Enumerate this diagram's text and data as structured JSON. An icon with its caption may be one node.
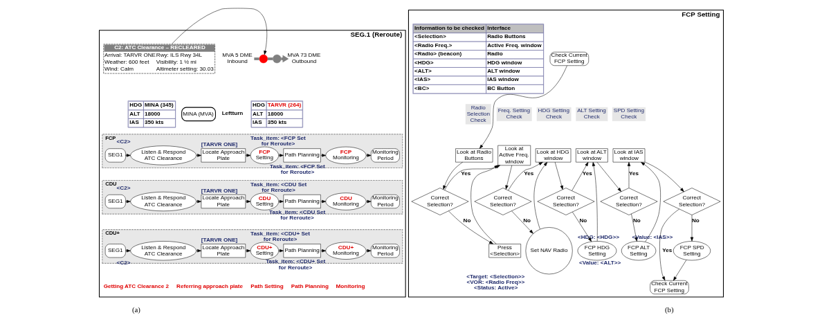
{
  "diagram": {
    "nodes": [
      {
        "text": [
          "SEG.1 (Reroute)"
        ],
        "beside": [
          "(a)"
        ]
      },
      {
        "text": [
          "C2: ATC Clearance – RECLEARED",
          "Arrival: TARVR ONE",
          "Rwy: ILS Rwy 34L",
          "Weather: 600 feet",
          "Visibility: 1 ½ mi",
          "Wind: Calm",
          "Altimeter setting: 30.03"
        ],
        "in": 0
      },
      {
        "text": [
          "MVA 5 DME Inbound"
        ],
        "in": 0
      },
      {
        "text": [],
        "shape": "circle",
        "in": 0
      },
      {
        "text": [],
        "shape": "circle",
        "in": 0
      },
      {
        "text": [
          "MVA 73 DME Outbound"
        ],
        "in": 0
      },
      {
        "text": [
          "MINA (MVA)"
        ],
        "in": 0
      },
      {
        "text": [
          "FCP"
        ],
        "in": 0
      },
      {
        "text": [
          "SEG1"
        ],
        "in": 7
      },
      {
        "text": [
          "Listen & Respond ATC Clearance"
        ],
        "in": 7,
        "beside": [
          "<C2>"
        ]
      },
      {
        "text": [
          "Locate Approach Plate"
        ],
        "in": 7,
        "beside": [
          "[TARVR ONE]"
        ]
      },
      {
        "text": [
          "FCP",
          "Setting"
        ],
        "in": 7,
        "beside": [
          "Task_item: <FCP Set for Reroute>"
        ]
      },
      {
        "text": [
          "Path Planning"
        ],
        "in": 7
      },
      {
        "text": [
          "FCP",
          "Monitoring"
        ],
        "in": 7,
        "beside": [
          "Task_item: <FCP Set for Reroute>"
        ]
      },
      {
        "text": [
          "Monitoring Period"
        ],
        "in": 7
      },
      {
        "text": [
          "CDU"
        ],
        "in": 0
      },
      {
        "text": [
          "SEG1"
        ],
        "in": 15
      },
      {
        "text": [
          "Listen & Respond ATC Clearance"
        ],
        "in": 15,
        "beside": [
          "<C2>"
        ]
      },
      {
        "text": [
          "Locate Approach Plate"
        ],
        "in": 15,
        "beside": [
          "[TARVR ONE]"
        ]
      },
      {
        "text": [
          "CDU",
          "Setting"
        ],
        "in": 15,
        "beside": [
          "Task_item: <CDU Set for Reroute>"
        ]
      },
      {
        "text": [
          "Path Planning"
        ],
        "in": 15
      },
      {
        "text": [
          "CDU",
          "Monitoring"
        ],
        "in": 15,
        "beside": [
          "Task_item: <CDU Set for Reroute>"
        ]
      },
      {
        "text": [
          "Monitoring Period"
        ],
        "in": 15
      },
      {
        "text": [
          "CDU+"
        ],
        "in": 0
      },
      {
        "text": [
          "SEG1"
        ],
        "in": 23
      },
      {
        "text": [
          "Listen & Respond ATC Clearance"
        ],
        "in": 23,
        "beside": [
          "<C2>"
        ]
      },
      {
        "text": [
          "Locate Approach Plate"
        ],
        "in": 23,
        "beside": [
          "[TARVR ONE]"
        ]
      },
      {
        "text": [
          "CDU+",
          "Setting"
        ],
        "in": 23,
        "beside": [
          "Task_item: <CDU+ Set for Reroute>"
        ]
      },
      {
        "text": [
          "Path Planning"
        ],
        "in": 23
      },
      {
        "text": [
          "CDU+",
          "Monitoring"
        ],
        "in": 23,
        "beside": [
          "Task_item: <CDU+ Set for Reroute>"
        ]
      },
      {
        "text": [
          "Monitoring Period"
        ],
        "in": 23
      },
      {
        "text": [
          "FCP Setting"
        ],
        "beside": [
          "(b)"
        ]
      },
      {
        "text": [
          "Check Current FCP Setting"
        ],
        "in": 31
      },
      {
        "text": [
          "Radio Selection Check"
        ],
        "in": 31
      },
      {
        "text": [
          "Freq. Setting Check"
        ],
        "in": 31
      },
      {
        "text": [
          "HDG Setting Check"
        ],
        "in": 31
      },
      {
        "text": [
          "ALT Setting Check"
        ],
        "in": 31
      },
      {
        "text": [
          "SPD Setting Check"
        ],
        "in": 31
      },
      {
        "text": [
          "Look at Radio Buttons"
        ],
        "in": 31
      },
      {
        "text": [
          "Correct Selection?"
        ],
        "in": 31
      },
      {
        "text": [
          "Press <Selection>"
        ],
        "in": 31
      },
      {
        "text": [
          "Look at Active Freq. window"
        ],
        "in": 31
      },
      {
        "text": [
          "Correct Selection?"
        ],
        "in": 31
      },
      {
        "text": [
          "Set NAV Radio"
        ],
        "in": 31,
        "beside": [
          "<Target: <Selection>> <VOR: <Radio Freq>> <Status: Active>"
        ]
      },
      {
        "text": [
          "Look at HDG window"
        ],
        "in": 31
      },
      {
        "text": [
          "Correct Selection?"
        ],
        "in": 31
      },
      {
        "text": [
          "FCP HDG Setting"
        ],
        "in": 31,
        "beside": [
          "<HDG: <HDG>>"
        ]
      },
      {
        "text": [
          "Look at ALT window"
        ],
        "in": 31
      },
      {
        "text": [
          "Correct Selection?"
        ],
        "in": 31
      },
      {
        "text": [
          "FCP ALT Setting"
        ],
        "in": 31,
        "beside": [
          "<Value: <ALT>>"
        ]
      },
      {
        "text": [
          "Look at IAS window"
        ],
        "in": 31
      },
      {
        "text": [
          "Correct Selection?"
        ],
        "in": 31
      },
      {
        "text": [
          "FCP SPD Setting"
        ],
        "in": 31,
        "beside": [
          "<Value: <IAS>>"
        ]
      },
      {
        "text": [
          "Check Current FCP Setting"
        ],
        "in": 31
      }
    ],
    "edges": [
      {
        "from": 1,
        "to": 3,
        "arrow": "to"
      },
      {
        "from": 2,
        "to": 3,
        "arrow": "none",
        "style": "thick",
        "color": "#808080"
      },
      {
        "from": 3,
        "to": 4,
        "arrow": "none",
        "style": "thick",
        "color": "#808080"
      },
      {
        "from": 4,
        "to": 5,
        "arrow": "to",
        "style": "thick",
        "color": "#808080"
      },
      {
        "from": 8,
        "to": 9,
        "arrow": "to"
      },
      {
        "from": 9,
        "to": 10,
        "arrow": "to"
      },
      {
        "from": 10,
        "to": 11,
        "arrow": "to"
      },
      {
        "from": 11,
        "to": 12,
        "arrow": "to"
      },
      {
        "from": 12,
        "to": 13,
        "arrow": "to"
      },
      {
        "from": 13,
        "to": 14,
        "arrow": "to"
      },
      {
        "from": 16,
        "to": 17,
        "arrow": "to"
      },
      {
        "from": 17,
        "to": 18,
        "arrow": "to"
      },
      {
        "from": 18,
        "to": 19,
        "arrow": "to"
      },
      {
        "from": 19,
        "to": 20,
        "arrow": "to"
      },
      {
        "from": 20,
        "to": 21,
        "arrow": "to"
      },
      {
        "from": 21,
        "to": 22,
        "arrow": "to"
      },
      {
        "from": 24,
        "to": 25,
        "arrow": "to"
      },
      {
        "from": 25,
        "to": 26,
        "arrow": "to"
      },
      {
        "from": 26,
        "to": 27,
        "arrow": "to"
      },
      {
        "from": 27,
        "to": 28,
        "arrow": "to"
      },
      {
        "from": 28,
        "to": 29,
        "arrow": "to"
      },
      {
        "from": 29,
        "to": 30,
        "arrow": "to"
      },
      {
        "from": 32,
        "to": 38,
        "arrow": "to"
      },
      {
        "from": 38,
        "to": 39,
        "arrow": "to"
      },
      {
        "from": 39,
        "to": 41,
        "arrow": "to",
        "label": "Yes"
      },
      {
        "from": 39,
        "to": 40,
        "arrow": "to",
        "label": "No"
      },
      {
        "from": 40,
        "to": 41,
        "arrow": "to"
      },
      {
        "from": 41,
        "to": 42,
        "arrow": "to"
      },
      {
        "from": 42,
        "to": 44,
        "arrow": "to",
        "label": "Yes"
      },
      {
        "from": 42,
        "to": 43,
        "arrow": "to",
        "label": "No"
      },
      {
        "from": 43,
        "to": 44,
        "arrow": "to"
      },
      {
        "from": 44,
        "to": 45,
        "arrow": "to"
      },
      {
        "from": 45,
        "to": 47,
        "arrow": "to",
        "label": "Yes"
      },
      {
        "from": 45,
        "to": 46,
        "arrow": "to",
        "label": "No"
      },
      {
        "from": 46,
        "to": 47,
        "arrow": "to"
      },
      {
        "from": 47,
        "to": 48,
        "arrow": "to"
      },
      {
        "from": 48,
        "to": 50,
        "arrow": "to",
        "label": "Yes"
      },
      {
        "from": 48,
        "to": 49,
        "arrow": "to",
        "label": "No"
      },
      {
        "from": 49,
        "to": 50,
        "arrow": "to"
      },
      {
        "from": 50,
        "to": 51,
        "arrow": "to"
      },
      {
        "from": 51,
        "to": 53,
        "arrow": "to",
        "label": "Yes"
      },
      {
        "from": 51,
        "to": 52,
        "arrow": "to",
        "label": "No"
      },
      {
        "from": 52,
        "to": 53,
        "arrow": "to"
      }
    ],
    "labels": [
      "HDG",
      "MINA (345)",
      "ALT",
      "18000",
      "IAS",
      "350 kts",
      "Leftturn",
      "HDG",
      "TARVR (264)",
      "ALT",
      "18000",
      "IAS",
      "350 kts",
      "Getting ATC Clearance 2",
      "Referring approach plate",
      "Path Setting",
      "Path Planning",
      "Monitoring",
      "Information to be checked",
      "Interface",
      "<Selection>",
      "Radio Buttons",
      "<Radio Freq.>",
      "Active Freq. window",
      "<Radio> (beacon)",
      "Radio",
      "<HDG>",
      "HDG window",
      "<ALT>",
      "ALT window",
      "<IAS>",
      "IAS window",
      "<BC>",
      "BC Button"
    ]
  }
}
